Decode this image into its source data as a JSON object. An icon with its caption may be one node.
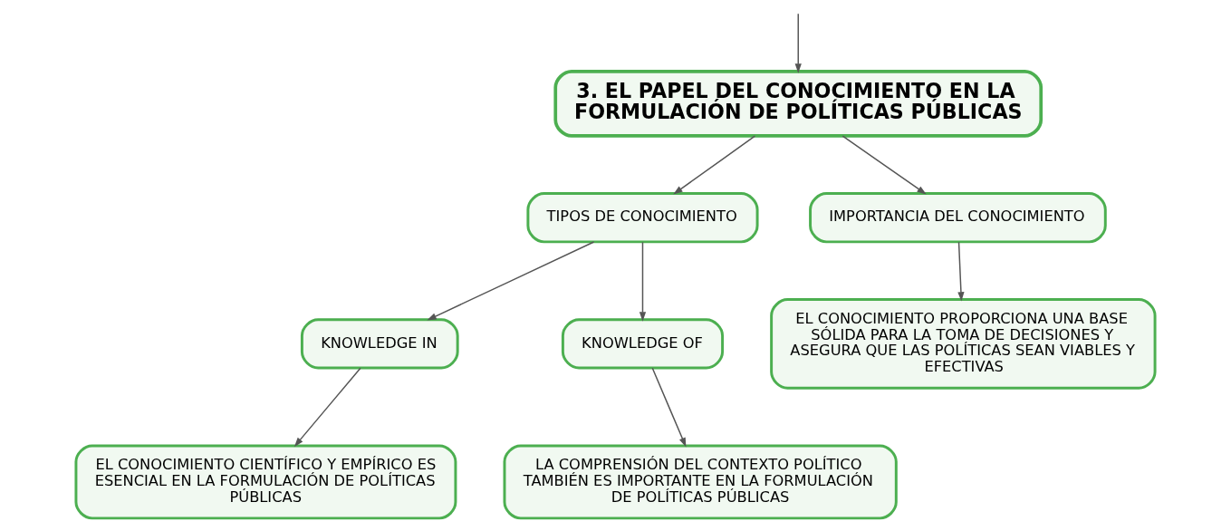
{
  "diagram": {
    "nodes": [
      {
        "text": [
          "3. EL PAPEL DEL CONOCIMIENTO EN LA FORMULACIÓN DE POLÍTICAS PÚBLICAS"
        ]
      },
      {
        "text": [
          "TIPOS DE CONOCIMIENTO"
        ]
      },
      {
        "text": [
          "KNOWLEDGE IN"
        ]
      },
      {
        "text": [
          "EL CONOCIMIENTO CIENTÍFICO Y EMPÍRICO ES ESENCIAL EN LA FORMULACIÓN DE POLÍTICAS PÚBLICAS"
        ]
      },
      {
        "text": [
          "KNOWLEDGE OF"
        ]
      },
      {
        "text": [
          "LA COMPRENSIÓN DEL CONTEXTO POLÍTICO TAMBIÉN ES IMPORTANTE EN LA FORMULACIÓN DE POLÍTICAS PÚBLICAS"
        ]
      },
      {
        "text": [
          "IMPORTANCIA DEL CONOCIMIENTO"
        ]
      },
      {
        "text": [
          "EL CONOCIMIENTO PROPORCIONA UNA BASE SÓLIDA PARA LA TOMA DE DECISIONES Y ASEGURA QUE LAS POLÍTICAS SEAN VIABLES Y EFECTIVAS"
        ]
      }
    ],
    "edges": [
      {
        "from": null,
        "to": 0,
        "arrow": "to"
      },
      {
        "from": 0,
        "to": 1,
        "arrow": "to"
      },
      {
        "from": 1,
        "to": 2,
        "arrow": "to"
      },
      {
        "from": 2,
        "to": 3,
        "arrow": "to"
      },
      {
        "from": 1,
        "to": 4,
        "arrow": "to"
      },
      {
        "from": 4,
        "to": 5,
        "arrow": "to"
      },
      {
        "from": 0,
        "to": 6,
        "arrow": "to"
      },
      {
        "from": 6,
        "to": 7,
        "arrow": "to"
      }
    ]
  }
}
